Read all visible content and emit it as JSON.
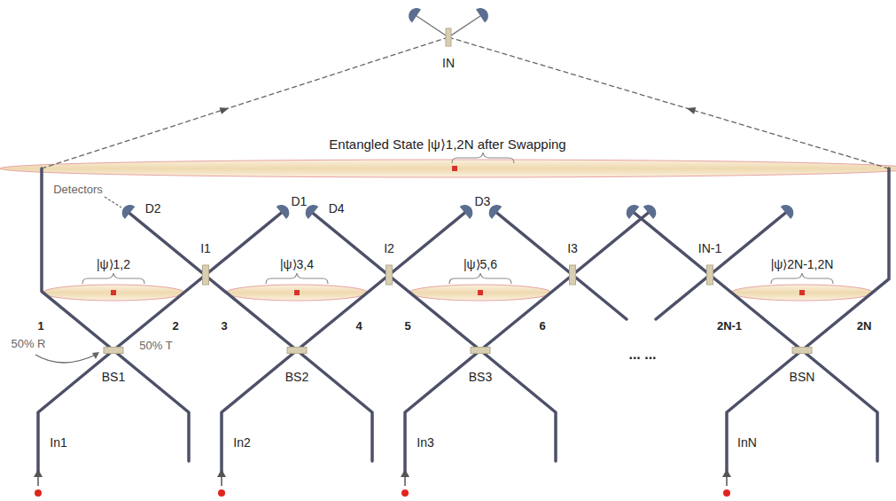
{
  "diagram": {
    "labels": [
      "Entangled State |ψ⟩1,2N after Swapping",
      "Detectors",
      "D2",
      "D1",
      "D4",
      "D3",
      "I1",
      "I2",
      "I3",
      "IN-1",
      "IN",
      "|ψ⟩1,2",
      "|ψ⟩3,4",
      "|ψ⟩5,6",
      "|ψ⟩2N-1,2N",
      "1",
      "2",
      "3",
      "4",
      "5",
      "6",
      "2N-1",
      "2N",
      "50% R",
      "50% T",
      "BS1",
      "BS2",
      "BS3",
      "BSN",
      "In1",
      "In2",
      "In3",
      "InN",
      "... ..."
    ]
  }
}
